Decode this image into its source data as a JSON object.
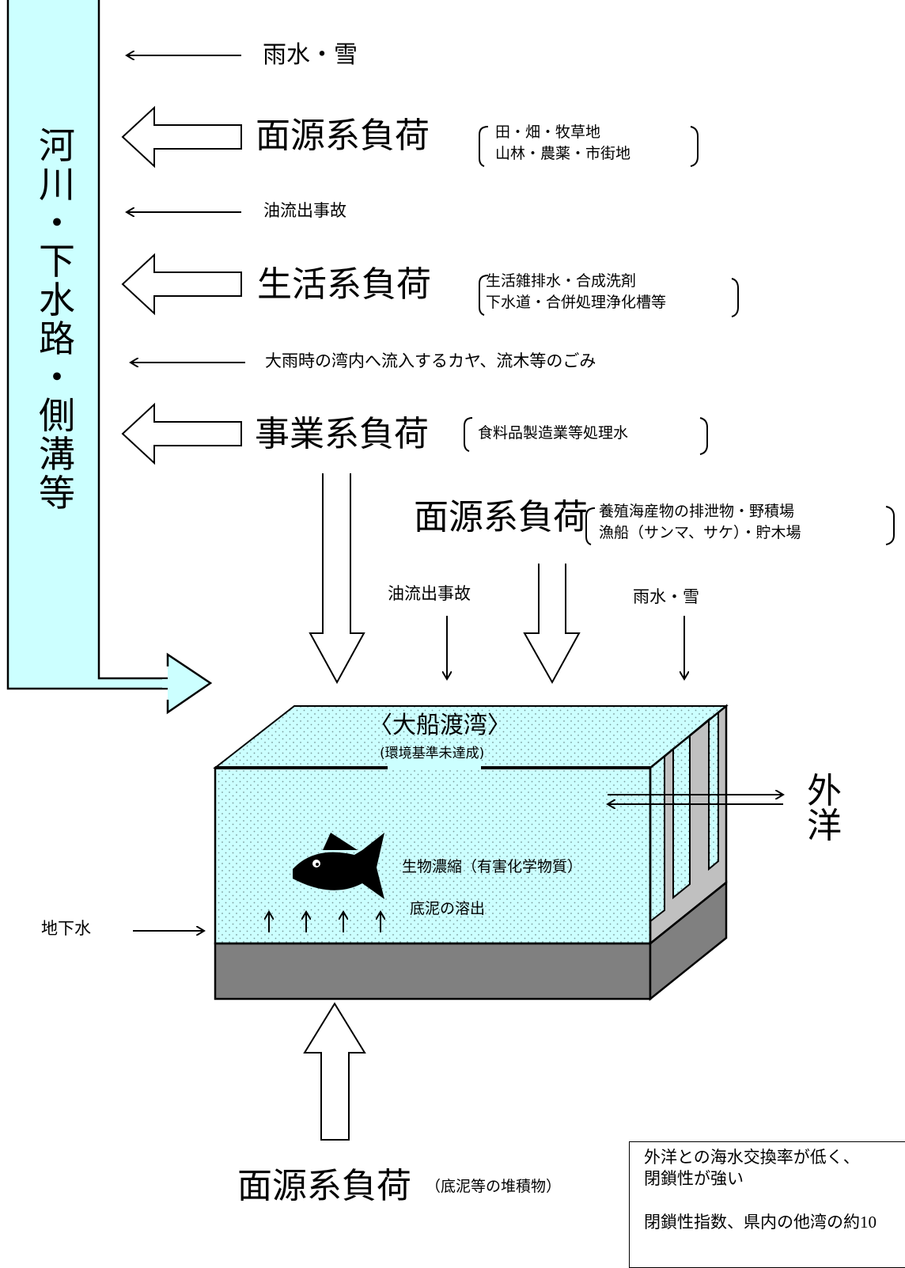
{
  "river_channel": {
    "chars": [
      "河",
      "川",
      "・",
      "下",
      "水",
      "路",
      "・",
      "側",
      "溝",
      "等"
    ]
  },
  "inputs_left": [
    {
      "label": "雨水・雪"
    },
    {
      "label": "面源系負荷",
      "detail_1": "田・畑・牧草地",
      "detail_2": "山林・農薬・市街地"
    },
    {
      "label": "油流出事故"
    },
    {
      "label": "生活系負荷",
      "detail_1": "生活雑排水・合成洗剤",
      "detail_2": "下水道・合併処理浄化槽等"
    },
    {
      "label": "大雨時の湾内へ流入するカヤ、流木等のごみ"
    },
    {
      "label": "事業系負荷",
      "detail_1": "食料品製造業等処理水"
    }
  ],
  "inputs_top": {
    "main_label": "面源系負荷",
    "detail_1": "養殖海産物の排泄物・野積場",
    "detail_2": "漁船（サンマ、サケ）・貯木場",
    "oil_label": "油流出事故",
    "rain_label": "雨水・雪"
  },
  "bay": {
    "title": "〈大船渡湾〉",
    "status": "(環境基準未達成)",
    "bioaccumulation": "生物濃縮（有害化学物質）",
    "sediment_release": "底泥の溶出",
    "groundwater": "地下水",
    "open_sea_1": "外",
    "open_sea_2": "洋"
  },
  "bottom_input": {
    "label": "面源系負荷",
    "detail": "（底泥等の堆積物）"
  },
  "note": {
    "line_1": "外洋との海水交換率が低く、",
    "line_2": "閉鎖性が強い",
    "line_3": "閉鎖性指数、県内の他湾の約",
    "line_3_num": "10"
  },
  "colors": {
    "water": "#ccffff",
    "sediment": "#808080",
    "wall": "#c0c0c0",
    "river": "#ccffff"
  }
}
